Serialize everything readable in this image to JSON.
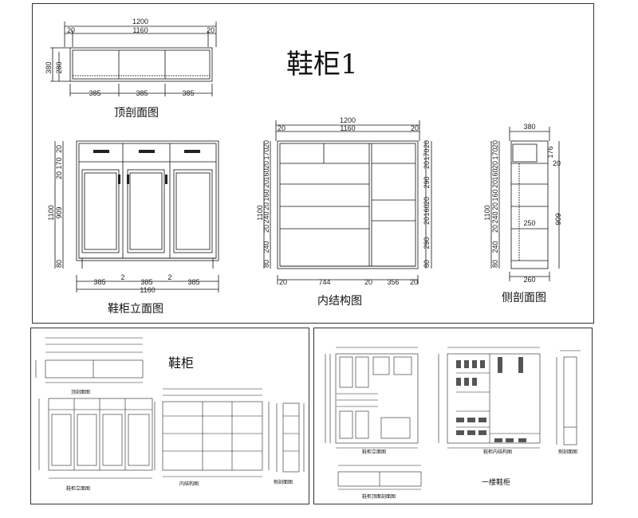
{
  "panel_main": {
    "title": "鞋柜1",
    "top_view": {
      "caption": "顶剖面图",
      "overall": "1200",
      "inner": "1160",
      "edge_left": "20",
      "edge_right": "20",
      "depth_outer": "380",
      "depth_inner": "280",
      "bottom_dims": [
        "385",
        "385",
        "385"
      ]
    },
    "front_view": {
      "caption": "鞋柜立面图",
      "height_total": "1100",
      "height_body": "909",
      "left_dims": [
        "20",
        "170",
        "20",
        "80"
      ],
      "bottom_dims": [
        "385",
        "2",
        "385",
        "2",
        "385"
      ],
      "inner": "1160"
    },
    "inner_view": {
      "caption": "内结构图",
      "overall": "1200",
      "inner": "1160",
      "edge_left": "20",
      "edge_right": "20",
      "height": "1100",
      "left_dims": [
        "20",
        "170",
        "20",
        "160",
        "20",
        "160",
        "20",
        "240",
        "20",
        "240",
        "80"
      ],
      "right_dims": [
        "20",
        "170",
        "20",
        "290",
        "20",
        "160",
        "20",
        "290",
        "80"
      ],
      "bottom_dims": [
        "20",
        "744",
        "20",
        "356",
        "20"
      ]
    },
    "side_view": {
      "caption": "侧剖面图",
      "top": "380",
      "height": "1100",
      "height_body": "909",
      "left_dims": [
        "20",
        "170",
        "20",
        "160",
        "20",
        "160",
        "20",
        "240",
        "20",
        "240",
        "80"
      ],
      "right_dims": [
        "176",
        "20"
      ],
      "inner_depth": "250",
      "bottom": "260"
    }
  },
  "panel_small": {
    "title": "鞋柜",
    "captions": [
      "顶剖面图",
      "鞋柜立面图",
      "内结构图",
      "侧剖面图"
    ]
  },
  "panel_right": {
    "captions": [
      "鞋柜立面图",
      "鞋柜内结构图",
      "侧剖面图",
      "鞋柜顶面剖面图",
      "一楼鞋柜"
    ]
  }
}
